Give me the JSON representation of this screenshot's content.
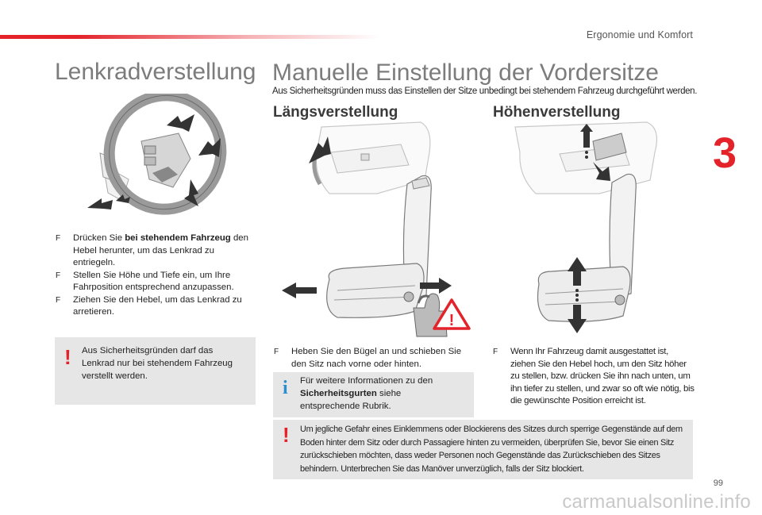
{
  "header": {
    "section_title": "Ergonomie und Komfort",
    "chapter_number": "3"
  },
  "footer": {
    "page_number": "99",
    "watermark": "carmanualsonline.info"
  },
  "colors": {
    "accent_red": "#e3222a",
    "info_blue": "#2a8ed0",
    "box_gray": "#e6e6e6",
    "title_gray": "#7c7c7c"
  },
  "left": {
    "title": "Lenkradverstellung",
    "bullets": [
      {
        "marker": "F",
        "pre": "Drücken Sie ",
        "bold": "bei stehendem Fahrzeug",
        "post": " den Hebel herunter, um das Lenkrad zu entriegeln."
      },
      {
        "marker": "F",
        "text": "Stellen Sie Höhe und Tiefe ein, um Ihre Fahrposition entsprechend anzupassen."
      },
      {
        "marker": "F",
        "text": "Ziehen Sie den Hebel, um das Lenkrad zu arretieren."
      }
    ],
    "warning": {
      "icon": "!",
      "text": "Aus Sicherheitsgründen darf das Lenkrad nur bei stehendem Fahrzeug verstellt werden."
    }
  },
  "right": {
    "title": "Manuelle Einstellung der Vordersitze",
    "intro": "Aus Sicherheitsgründen muss das Einstellen der Sitze unbedingt bei stehendem Fahrzeug durchgeführt werden.",
    "laengs": {
      "title": "Längsverstellung",
      "bullet": {
        "marker": "F",
        "text": "Heben Sie den Bügel an und schieben Sie den Sitz nach vorne oder hinten."
      },
      "info": {
        "icon": "i",
        "pre": "Für weitere Informationen zu den ",
        "bold": "Sicherheitsgurten",
        "post": " siehe entsprechende Rubrik."
      }
    },
    "hoehen": {
      "title": "Höhenverstellung",
      "bullet": {
        "marker": "F",
        "text": "Wenn Ihr Fahrzeug damit ausgestattet ist, ziehen Sie den Hebel hoch, um den Sitz höher zu stellen, bzw. drücken Sie ihn nach unten, um ihn tiefer zu stellen, und zwar so oft wie nötig, bis die gewünschte Position erreicht ist."
      }
    },
    "warning": {
      "icon": "!",
      "text": "Um jegliche Gefahr eines Einklemmens oder Blockierens des Sitzes durch sperrige Gegenstände auf dem Boden hinter dem Sitz oder durch Passagiere hinten zu vermeiden, überprüfen Sie, bevor Sie einen Sitz zurückschieben möchten, dass weder Personen noch Gegenstände das Zurückschieben des Sitzes behindern. Unterbrechen Sie das Manöver unverzüglich, falls der Sitz blockiert."
    }
  }
}
